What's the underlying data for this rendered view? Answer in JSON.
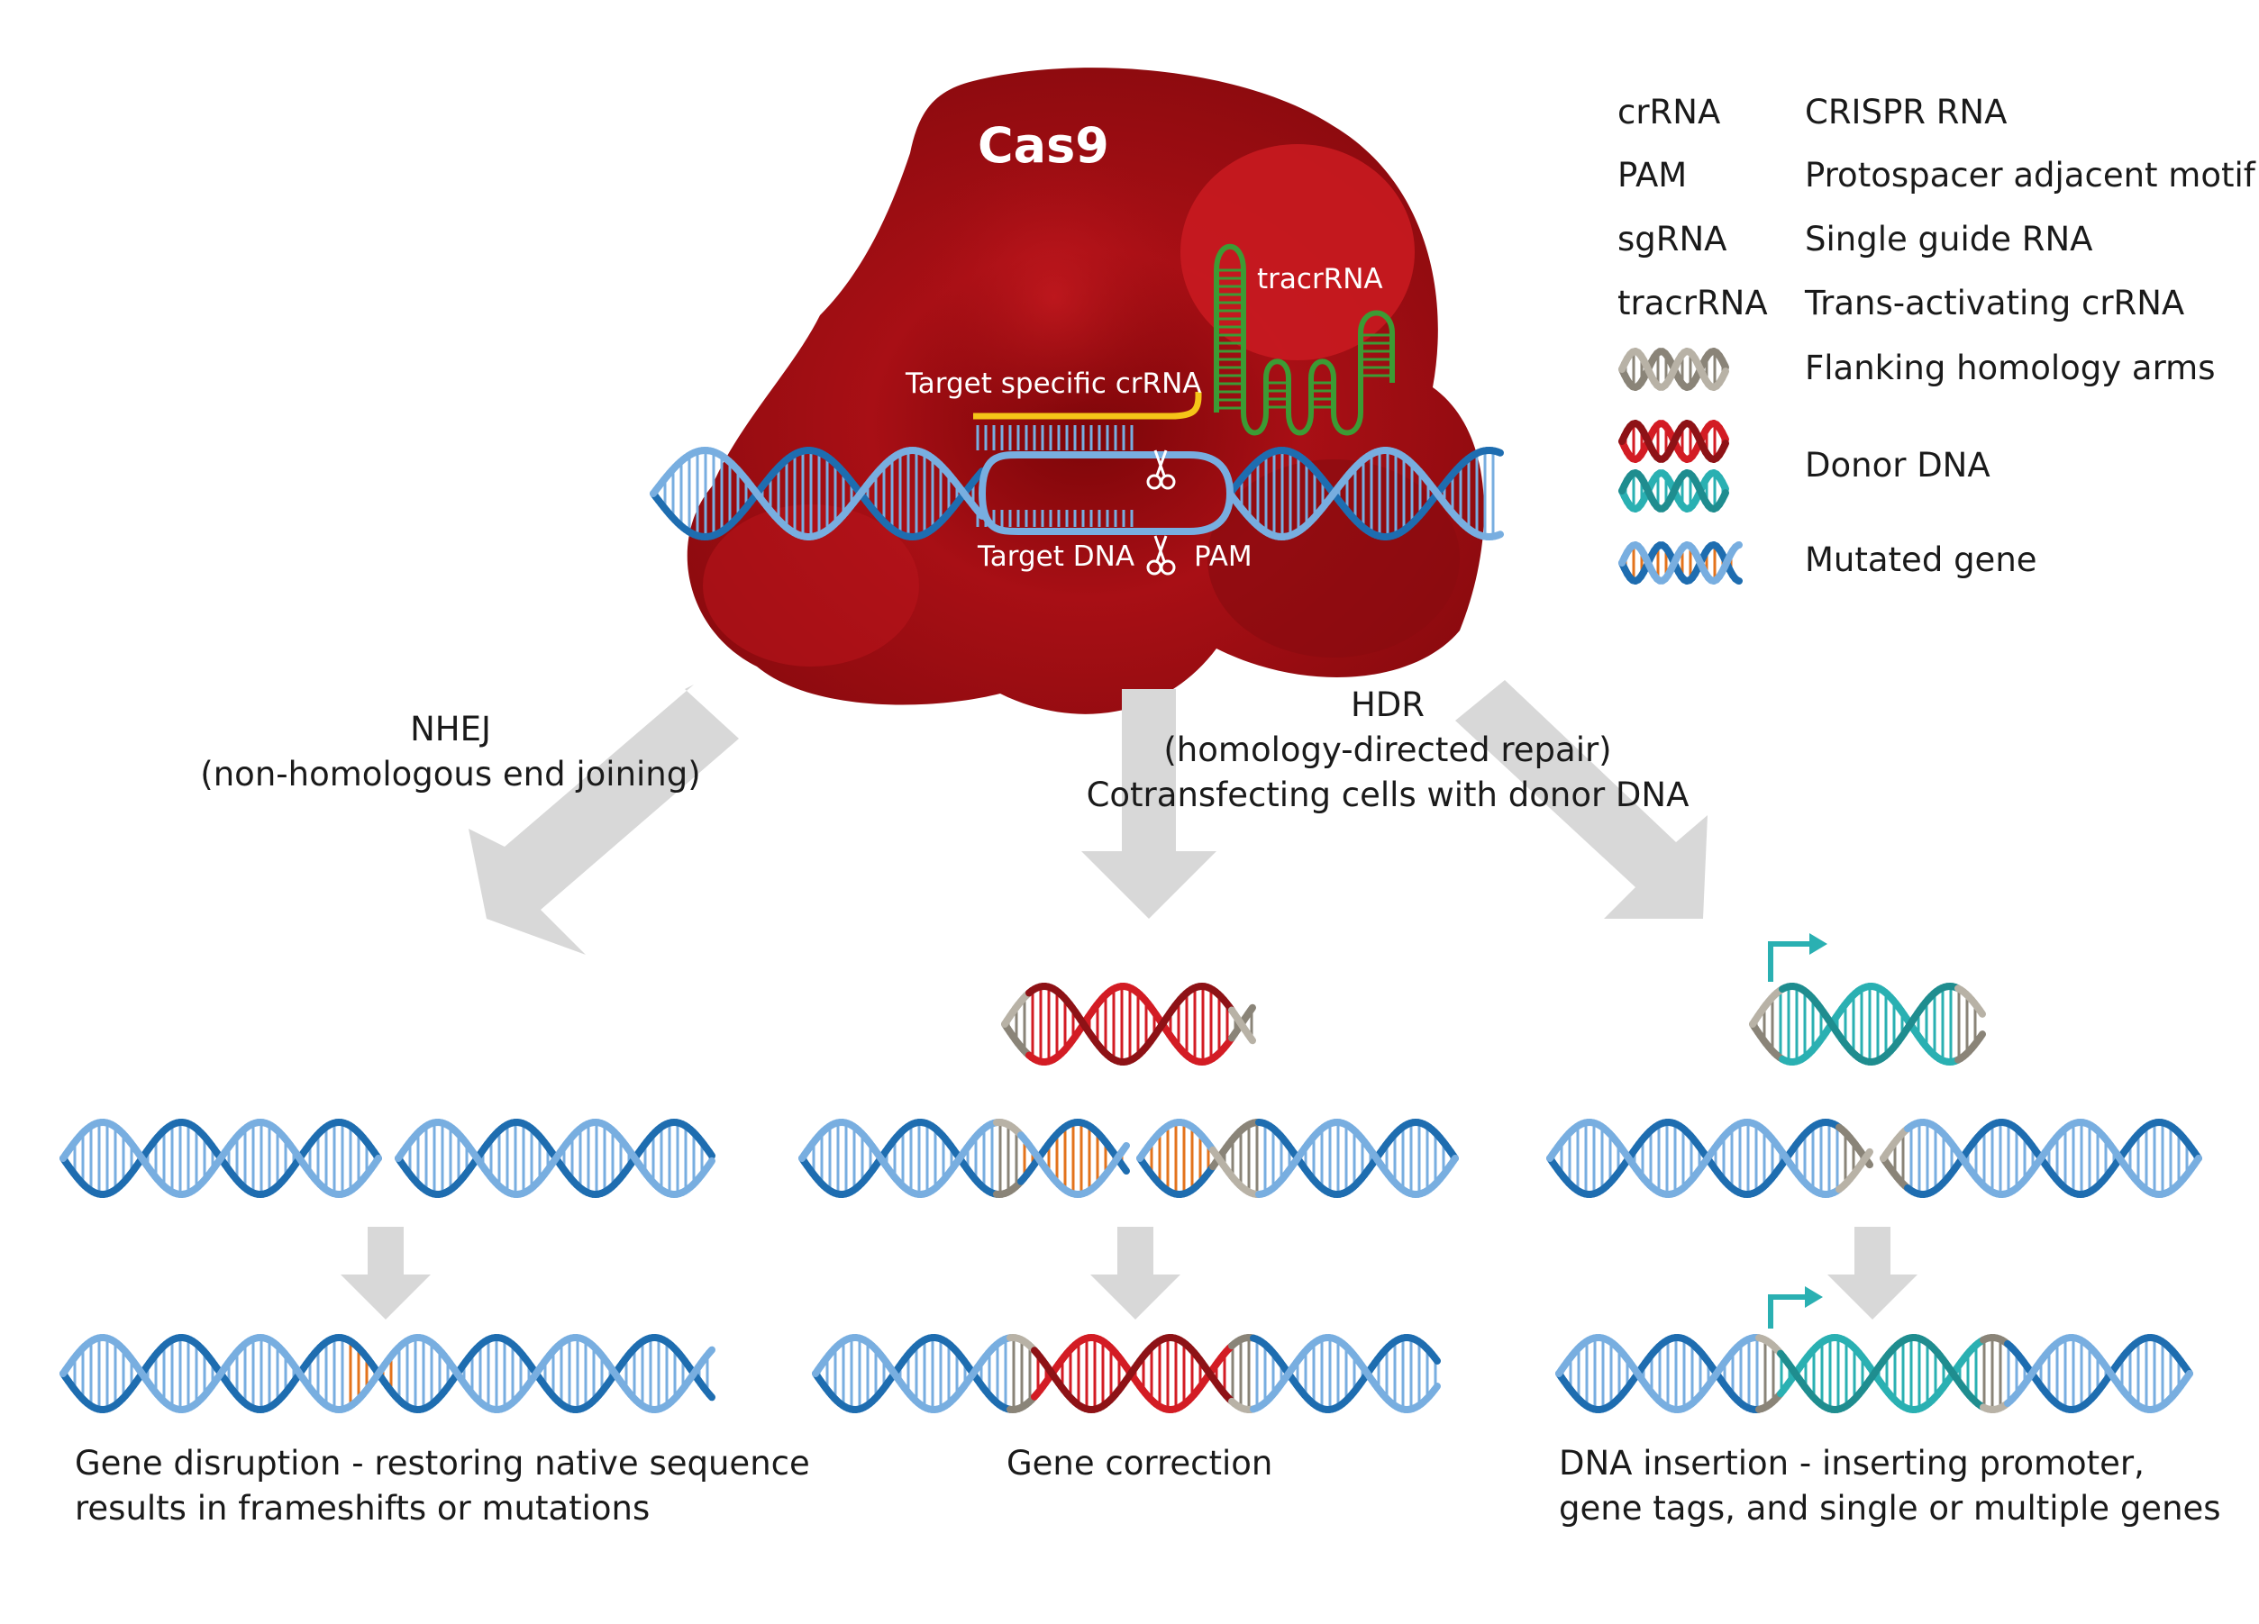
{
  "cas9": {
    "title": "Cas9",
    "tracrrna_label": "tracrRNA",
    "crrna_label": "Target specific crRNA",
    "target_dna_label": "Target DNA",
    "pam_label": "PAM"
  },
  "glossary": [
    {
      "abbr": "crRNA",
      "desc": "CRISPR RNA",
      "icon": "text"
    },
    {
      "abbr": "PAM",
      "desc": "Protospacer adjacent motif",
      "icon": "text"
    },
    {
      "abbr": "sgRNA",
      "desc": "Single guide RNA",
      "icon": "text"
    },
    {
      "abbr": "tracrRNA",
      "desc": "Trans-activating crRNA",
      "icon": "text"
    },
    {
      "abbr": "",
      "desc": "Flanking homology arms",
      "icon": "grey-dna-icon"
    },
    {
      "abbr": "",
      "desc": "Donor DNA",
      "icon": "donor-dna-icon"
    },
    {
      "abbr": "",
      "desc": "Mutated gene",
      "icon": "mutated-dna-icon"
    }
  ],
  "pathways": {
    "nhej": {
      "line1": "NHEJ",
      "line2": "(non-homologous end joining)"
    },
    "hdr": {
      "line1": "HDR",
      "line2": "(homology-directed repair)",
      "line3": "Cotransfecting cells with donor DNA"
    }
  },
  "outcomes": {
    "disruption": "Gene disruption - restoring native sequence\nresults in frameshifts or mutations",
    "correction": "Gene correction",
    "insertion": "DNA insertion - inserting promoter,\ngene tags, and single or multiple genes"
  },
  "colors": {
    "cas9_red": "#a50f14",
    "dna_dark_blue": "#1e6db0",
    "dna_light_blue": "#78aee0",
    "crrna_yellow": "#f5c518",
    "tracrrna_green": "#3c9b34",
    "donor_red": "#d31c24",
    "donor_dark_red": "#8e1216",
    "insert_teal": "#2ab0b2",
    "homology_grey": "#8a8478",
    "mutation_orange": "#e3731c",
    "arrow_grey": "#d8d8d8"
  }
}
